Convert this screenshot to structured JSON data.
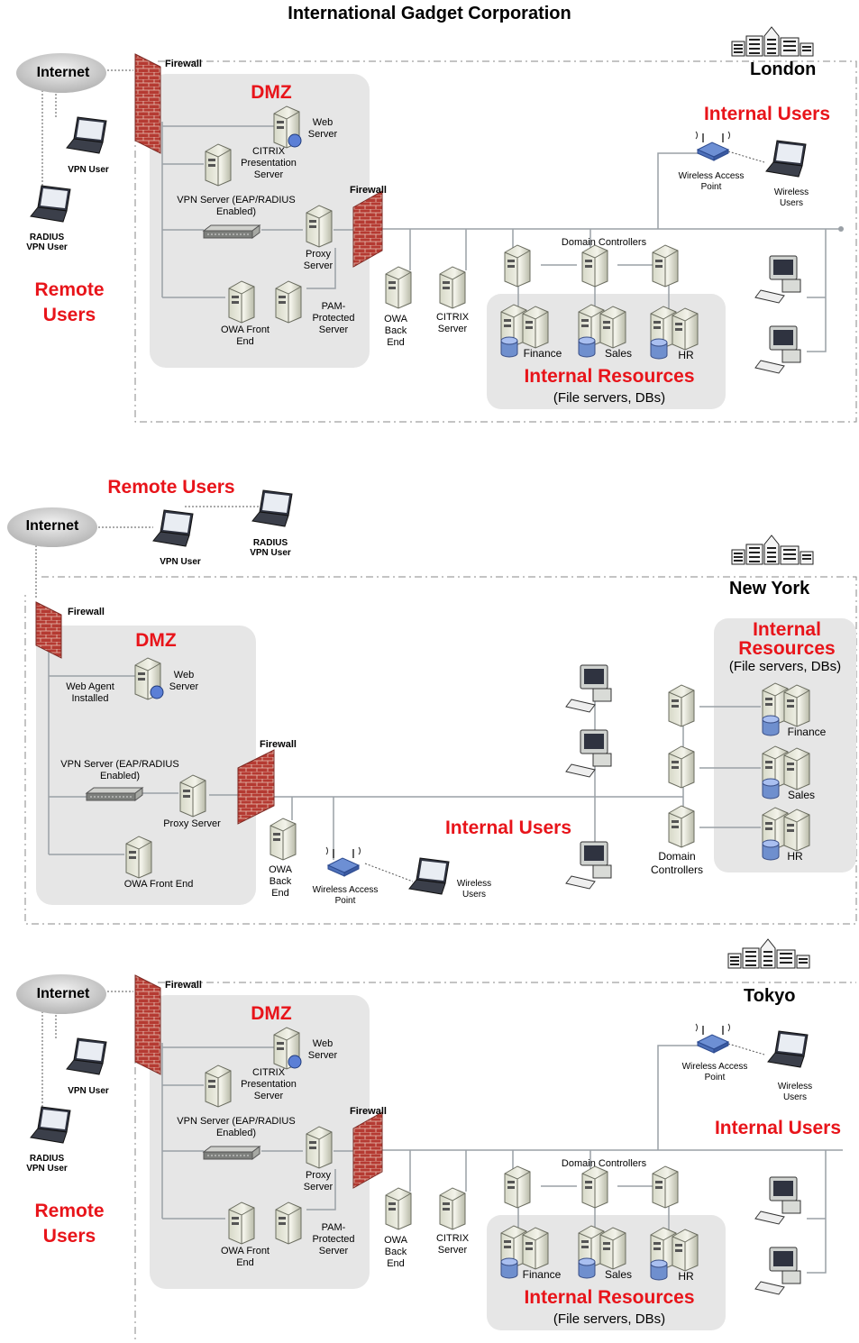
{
  "title": "International Gadget Corporation",
  "colors": {
    "accent_red": "#e8141a",
    "zone_fill": "#e6e6e6",
    "line": "#9aa0a6",
    "firewall": "#b53a32"
  },
  "london": {
    "city": "London",
    "internet": "Internet",
    "firewall_outer": "Firewall",
    "firewall_inner": "Firewall",
    "dmz": "DMZ",
    "web_server": "Web Server",
    "citrix_presentation": "CITRIX Presentation Server",
    "vpn_server": "VPN Server (EAP/RADIUS Enabled)",
    "proxy_server": "Proxy Server",
    "owa_front_end": "OWA Front End",
    "pam_server": "PAM- Protected Server",
    "owa_back_end": "OWA Back End",
    "citrix_server": "CITRIX Server",
    "domain_controllers": "Domain Controllers",
    "finance": "Finance",
    "sales": "Sales",
    "hr": "HR",
    "internal_resources": "Internal Resources",
    "internal_resources_sub": "(File servers, DBs)",
    "internal_users": "Internal Users",
    "wireless_ap": "Wireless Access Point",
    "wireless_users": "Wireless Users",
    "vpn_user": "VPN User",
    "radius_vpn_user": "RADIUS VPN User",
    "remote_users": "Remote Users"
  },
  "newyork": {
    "city": "New York",
    "internet": "Internet",
    "remote_users": "Remote Users",
    "vpn_user": "VPN User",
    "radius_vpn_user": "RADIUS VPN User",
    "firewall_outer": "Firewall",
    "firewall_inner": "Firewall",
    "dmz": "DMZ",
    "web_agent": "Web Agent Installed",
    "web_server": "Web Server",
    "vpn_server": "VPN Server (EAP/RADIUS Enabled)",
    "proxy_server": "Proxy Server",
    "owa_front_end": "OWA Front End",
    "owa_back_end": "OWA Back End",
    "wireless_ap": "Wireless Access Point",
    "wireless_users": "Wireless Users",
    "internal_users": "Internal Users",
    "domain_controllers": "Domain Controllers",
    "internal_resources": "Internal Resources",
    "internal_resources_sub": "(File servers, DBs)",
    "finance": "Finance",
    "sales": "Sales",
    "hr": "HR"
  },
  "tokyo": {
    "city": "Tokyo",
    "internet": "Internet",
    "firewall_outer": "Firewall",
    "firewall_inner": "Firewall",
    "dmz": "DMZ",
    "web_server": "Web Server",
    "citrix_presentation": "CITRIX Presentation Server",
    "vpn_server": "VPN Server (EAP/RADIUS Enabled)",
    "proxy_server": "Proxy Server",
    "owa_front_end": "OWA Front End",
    "pam_server": "PAM- Protected Server",
    "owa_back_end": "OWA Back End",
    "citrix_server": "CITRIX Server",
    "domain_controllers": "Domain Controllers",
    "finance": "Finance",
    "sales": "Sales",
    "hr": "HR",
    "internal_resources": "Internal Resources",
    "internal_resources_sub": "(File servers, DBs)",
    "internal_users": "Internal Users",
    "wireless_ap": "Wireless Access Point",
    "wireless_users": "Wireless Users",
    "vpn_user": "VPN User",
    "radius_vpn_user": "RADIUS VPN User",
    "remote_users": "Remote Users"
  }
}
